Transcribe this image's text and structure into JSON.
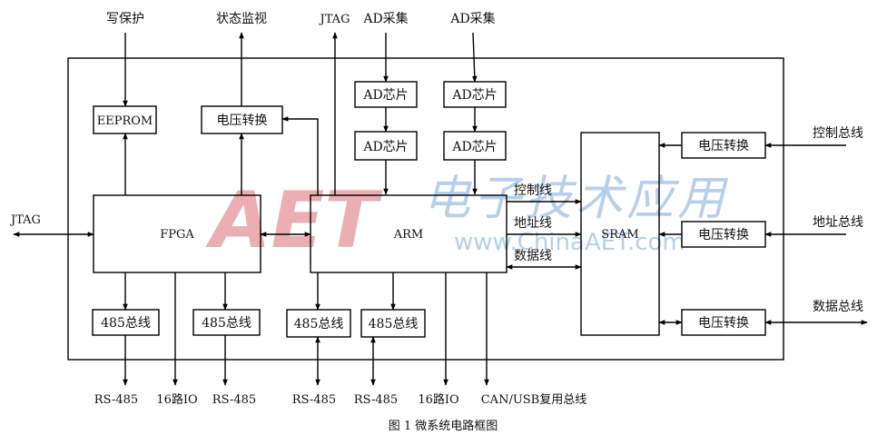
{
  "watermark": {
    "logo": "AET",
    "chinese": "电子技术应用",
    "url": "www.ChinaAET.com",
    "colors": {
      "logo": "#e8a0a6",
      "text": "#a9c7ea"
    }
  },
  "top_labels": {
    "write_protect": "写保护",
    "status_monitor": "状态监视",
    "jtag_top": "JTAG",
    "ad_collect_1": "AD采集",
    "ad_collect_2": "AD采集"
  },
  "blocks": {
    "eeprom": "EEPROM",
    "volt_conv_top": "电压转换",
    "ad_chip_1": "AD芯片",
    "ad_chip_2": "AD芯片",
    "ad_chip_3": "AD芯片",
    "ad_chip_4": "AD芯片",
    "fpga": "FPGA",
    "arm": "ARM",
    "sram": "SRAM",
    "volt_conv_ctrl": "电压转换",
    "volt_conv_addr": "电压转换",
    "volt_conv_data": "电压转换",
    "rs485_1": "485总线",
    "rs485_2": "485总线",
    "rs485_3": "485总线",
    "rs485_4": "485总线"
  },
  "bus_labels": {
    "control_line": "控制线",
    "address_line": "地址线",
    "data_line": "数据线"
  },
  "side_labels": {
    "jtag_left": "JTAG",
    "control_bus": "控制总线",
    "address_bus": "地址总线",
    "data_bus": "数据总线"
  },
  "bottom_labels": {
    "rs485_a": "RS-485",
    "io16_a": "16路IO",
    "rs485_b": "RS-485",
    "rs485_c": "RS-485",
    "rs485_d": "RS-485",
    "io16_b": "16路IO",
    "can_usb": "CAN/USB复用总线"
  },
  "caption": "图 1   微系统电路框图"
}
